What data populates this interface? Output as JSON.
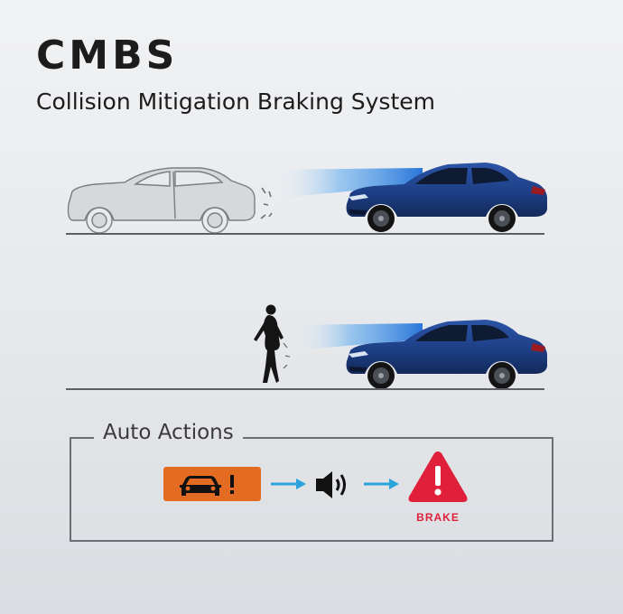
{
  "header": {
    "title": "CMBS",
    "subtitle": "Collision Mitigation Braking System"
  },
  "scenarios": [
    {
      "obstacle": "vehicle",
      "vehicle_icon": "lead-car-outline",
      "subject_icon": "blue-sedan"
    },
    {
      "obstacle": "pedestrian",
      "vehicle_icon": "pedestrian-silhouette",
      "subject_icon": "blue-sedan"
    }
  ],
  "auto_actions": {
    "label": "Auto Actions",
    "steps": [
      {
        "icon": "car-warning-icon",
        "color": "#e46c22"
      },
      {
        "icon": "speaker-icon",
        "color": "#111111"
      },
      {
        "icon": "brake-warning-icon",
        "label": "BRAKE",
        "color": "#e0203a"
      }
    ],
    "arrow_color": "#2aa3dc"
  },
  "colors": {
    "car_body": "#1d3f86",
    "sensor_beam": "#2f8fe0",
    "ground_line": "#5c5f63"
  }
}
